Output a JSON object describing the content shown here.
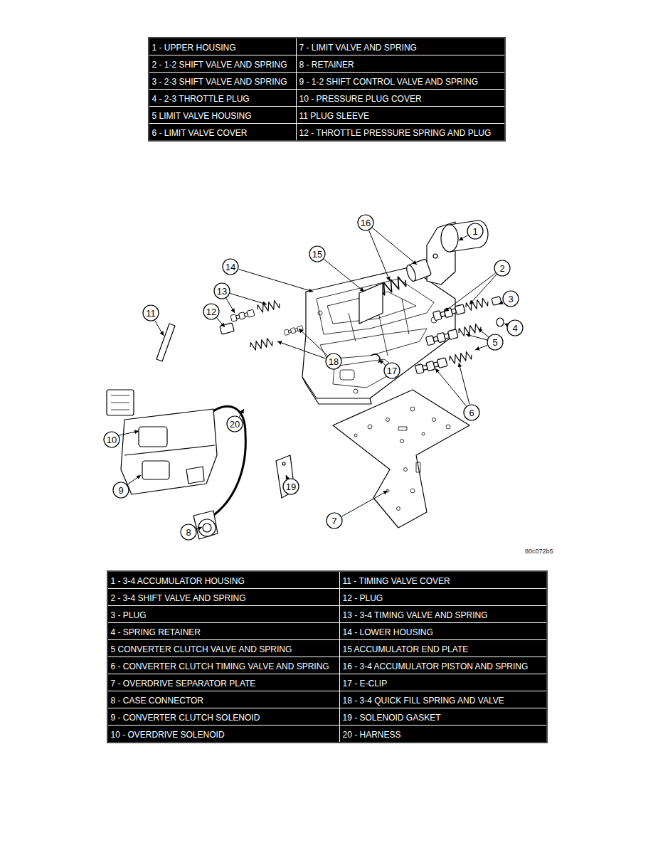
{
  "diagram": {
    "nodes": [
      {
        "text": [
          "1"
        ]
      },
      {
        "text": [
          "2"
        ]
      },
      {
        "text": [
          "3"
        ]
      },
      {
        "text": [
          "4"
        ]
      },
      {
        "text": [
          "5"
        ]
      },
      {
        "text": [
          "6"
        ]
      },
      {
        "text": [
          "7"
        ]
      },
      {
        "text": [
          "8"
        ]
      },
      {
        "text": [
          "9"
        ]
      },
      {
        "text": [
          "10"
        ]
      },
      {
        "text": [
          "11"
        ]
      },
      {
        "text": [
          "12"
        ]
      },
      {
        "text": [
          "13"
        ]
      },
      {
        "text": [
          "14"
        ]
      },
      {
        "text": [
          "15"
        ]
      },
      {
        "text": [
          "16"
        ]
      },
      {
        "text": [
          "17"
        ]
      },
      {
        "text": [
          "18"
        ]
      },
      {
        "text": [
          "19"
        ]
      },
      {
        "text": [
          "20"
        ]
      }
    ],
    "labels": [
      "1 - UPPER HOUSING",
      "7 - LIMIT VALVE AND SPRING",
      "2 - 1-2 SHIFT VALVE AND SPRING",
      "8 - RETAINER",
      "3 - 2-3 SHIFT VALVE AND SPRING",
      "9 - 1-2 SHIFT CONTROL VALVE AND SPRING",
      "4 - 2-3 THROTTLE PLUG",
      "10 - PRESSURE PLUG COVER",
      "5 LIMIT VALVE HOUSING",
      "11 PLUG SLEEVE",
      "6 - LIMIT VALVE COVER",
      "12 - THROTTLE PRESSURE SPRING AND PLUG",
      "1 - 3-4 ACCUMULATOR HOUSING",
      "11 - TIMING VALVE COVER",
      "2 - 3-4 SHIFT VALVE AND SPRING",
      "12 - PLUG",
      "3 - PLUG",
      "13 - 3-4 TIMING VALVE AND SPRING",
      "4 - SPRING RETAINER",
      "14 - LOWER HOUSING",
      "5 CONVERTER CLUTCH VALVE AND SPRING",
      "15 ACCUMULATOR END PLATE",
      "6 - CONVERTER CLUTCH TIMING VALVE AND SPRING",
      "16 - 3-4 ACCUMULATOR PISTON AND SPRING",
      "7 - OVERDRIVE SEPARATOR PLATE",
      "17 - E-CLIP",
      "8 - CASE CONNECTOR",
      "18 - 3-4 QUICK FILL SPRING AND VALVE",
      "9 - CONVERTER CLUTCH SOLENOID",
      "19 - SOLENOID GASKET",
      "10 - OVERDRIVE SOLENOID",
      "20 - HARNESS",
      "80c072b5"
    ]
  }
}
